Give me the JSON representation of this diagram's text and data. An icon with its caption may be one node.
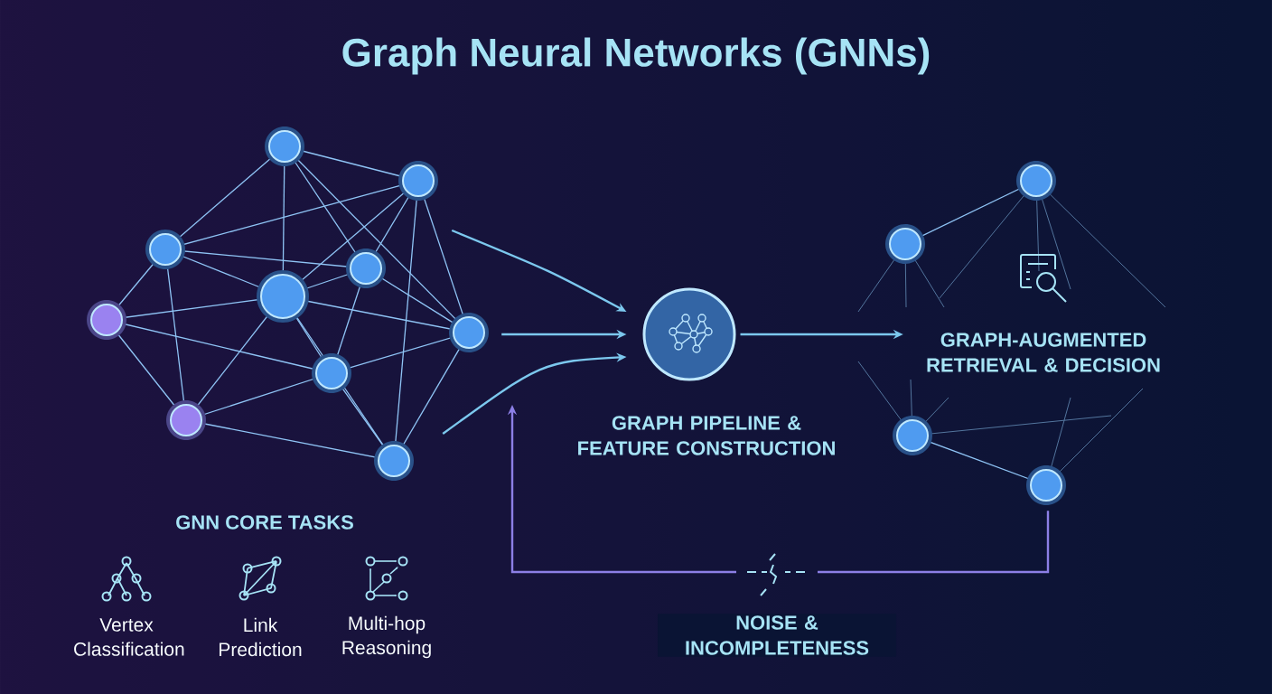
{
  "diagram": {
    "title": "Graph Neural Networks (GNNs)",
    "nodes": [
      {
        "text": [],
        "shape": "picture"
      },
      {
        "text": [
          "GRAPH PIPELINE & FEATURE CONSTRUCTION"
        ]
      },
      {
        "text": [],
        "shape": "picture"
      },
      {
        "text": [
          "GRAPH-AUGMENTED RETRIEVAL & DECISION"
        ],
        "in": 2
      }
    ],
    "edges": [
      {
        "from": 0,
        "to": 1,
        "arrow": "to"
      },
      {
        "from": 0,
        "to": 1,
        "arrow": "to"
      },
      {
        "from": 0,
        "to": 1,
        "arrow": "to"
      },
      {
        "from": 1,
        "to": 3,
        "arrow": "to"
      },
      {
        "from": 2,
        "to": null,
        "arrow": "to",
        "label": "NOISE & INCOMPLETENESS",
        "color": "#8c7fe6"
      }
    ],
    "labels": [
      "GNN CORE TASKS",
      "Vertex Classification",
      "Link Prediction",
      "Multi-hop Reasoning"
    ]
  }
}
